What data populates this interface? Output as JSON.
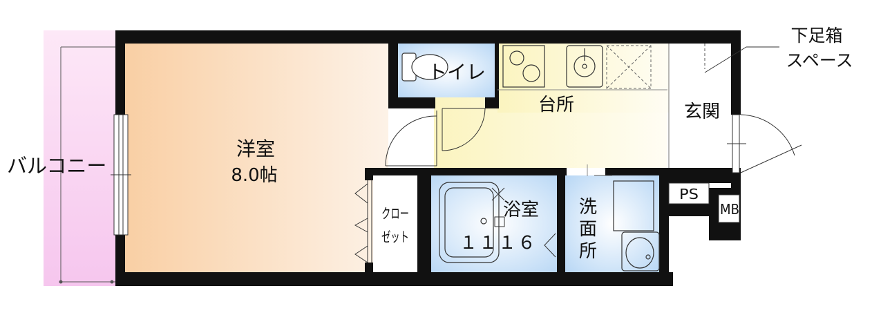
{
  "rooms": {
    "balcony": "バルコニー",
    "western_room": "洋室",
    "western_room_size": "8.0帖",
    "toilet": "トイレ",
    "kitchen": "台所",
    "entrance": "玄関",
    "shoe_box_line1": "下足箱",
    "shoe_box_line2": "スペース",
    "closet_line1": "クロー",
    "closet_line2": "ゼット",
    "bathroom": "浴室",
    "bathroom_size": "１１１６",
    "washroom_1": "洗",
    "washroom_2": "面",
    "washroom_3": "所",
    "pipe_space": "PS",
    "meter_box": "MB"
  },
  "colors": {
    "wall": "#111111",
    "balcony_top": "#fde8f7",
    "balcony_bottom": "#f6c6ee",
    "western_room_left": "#f9cfa4",
    "western_room_right": "#fdf2e7",
    "kitchen_left": "#fbf4bf",
    "kitchen_right": "#fffdf4",
    "wet_area_center": "#ffffff",
    "wet_area_edge": "#b8d7f5"
  }
}
